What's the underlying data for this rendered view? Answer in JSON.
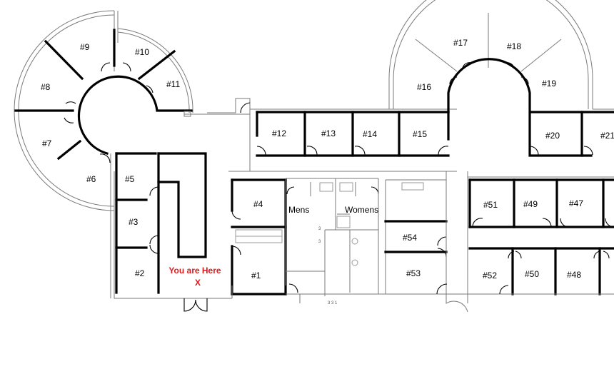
{
  "map": {
    "rooms": [
      {
        "id": "r5",
        "label": "#5"
      },
      {
        "id": "r6",
        "label": "#6"
      },
      {
        "id": "r7",
        "label": "#7"
      },
      {
        "id": "r8",
        "label": "#8"
      },
      {
        "id": "r9",
        "label": "#9"
      },
      {
        "id": "r10",
        "label": "#10"
      },
      {
        "id": "r11",
        "label": "#11"
      },
      {
        "id": "r12",
        "label": "#12"
      },
      {
        "id": "r13",
        "label": "#13"
      },
      {
        "id": "r14",
        "label": "#14"
      },
      {
        "id": "r15",
        "label": "#15"
      },
      {
        "id": "r16",
        "label": "#16"
      },
      {
        "id": "r17",
        "label": "#17"
      },
      {
        "id": "r18",
        "label": "#18"
      },
      {
        "id": "r19",
        "label": "#19"
      },
      {
        "id": "r20",
        "label": "#20"
      },
      {
        "id": "r21",
        "label": "#21"
      },
      {
        "id": "r3",
        "label": "#3"
      },
      {
        "id": "r2",
        "label": "#2"
      },
      {
        "id": "r4",
        "label": "#4"
      },
      {
        "id": "r1",
        "label": "#1"
      },
      {
        "id": "r51",
        "label": "#51"
      },
      {
        "id": "r49",
        "label": "#49"
      },
      {
        "id": "r47",
        "label": "#47"
      },
      {
        "id": "r54",
        "label": "#54"
      },
      {
        "id": "r53",
        "label": "#53"
      },
      {
        "id": "r52",
        "label": "#52"
      },
      {
        "id": "r50",
        "label": "#50"
      },
      {
        "id": "r48",
        "label": "#48"
      }
    ],
    "restrooms": {
      "mens": "Mens",
      "womens": "Womens"
    },
    "you_are_here": {
      "text": "You are Here",
      "marker": "X",
      "color": "#e0191b"
    },
    "small_marks": [
      "3",
      "3",
      "3 3 1"
    ]
  }
}
